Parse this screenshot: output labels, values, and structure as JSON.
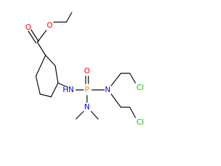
{
  "structure": {
    "atoms": {
      "carbonyl_oxygen": {
        "symbol": "O",
        "color": "#ff0000"
      },
      "ester_oxygen": {
        "symbol": "O",
        "color": "#ff0000"
      },
      "phosphoryl_oxygen": {
        "symbol": "O",
        "color": "#ff0000"
      },
      "phosphorus": {
        "symbol": "P",
        "color": "#ff8000"
      },
      "amide_nitrogen": {
        "symbol": "N",
        "color": "#0000ff"
      },
      "bis_chloroethyl_nitrogen": {
        "symbol": "N",
        "color": "#0000ff"
      },
      "dimethylamino_nitrogen": {
        "symbol": "N",
        "color": "#0000ff"
      },
      "chlorine_top": {
        "symbol": "Cl",
        "color": "#00c000"
      },
      "chlorine_bottom": {
        "symbol": "Cl",
        "color": "#00c000"
      },
      "amide_hydrogen": {
        "symbol": "H",
        "color": "#0000ff"
      }
    },
    "bond_color": "#000000"
  }
}
